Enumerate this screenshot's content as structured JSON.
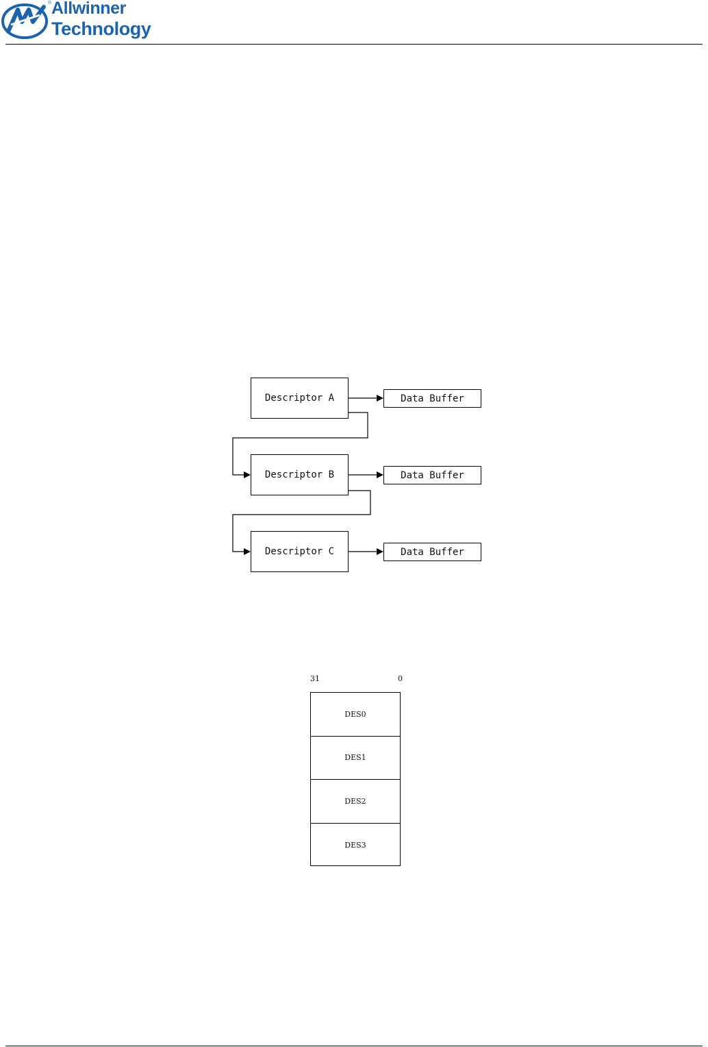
{
  "header": {
    "company_line1": "Allwinner",
    "company_line2": "Technology",
    "registered_mark": "®",
    "logo_icon": "allwinner-aw-logo-icon",
    "brand_color": "#1a63b0"
  },
  "descriptor_chain": {
    "descriptors": [
      "Descriptor A",
      "Descriptor B",
      "Descriptor C"
    ],
    "buffers": [
      "Data Buffer",
      "Data Buffer",
      "Data Buffer"
    ]
  },
  "descriptor_layout": {
    "msb_label": "31",
    "lsb_label": "0",
    "words": [
      "DES0",
      "DES1",
      "DES2",
      "DES3"
    ]
  }
}
